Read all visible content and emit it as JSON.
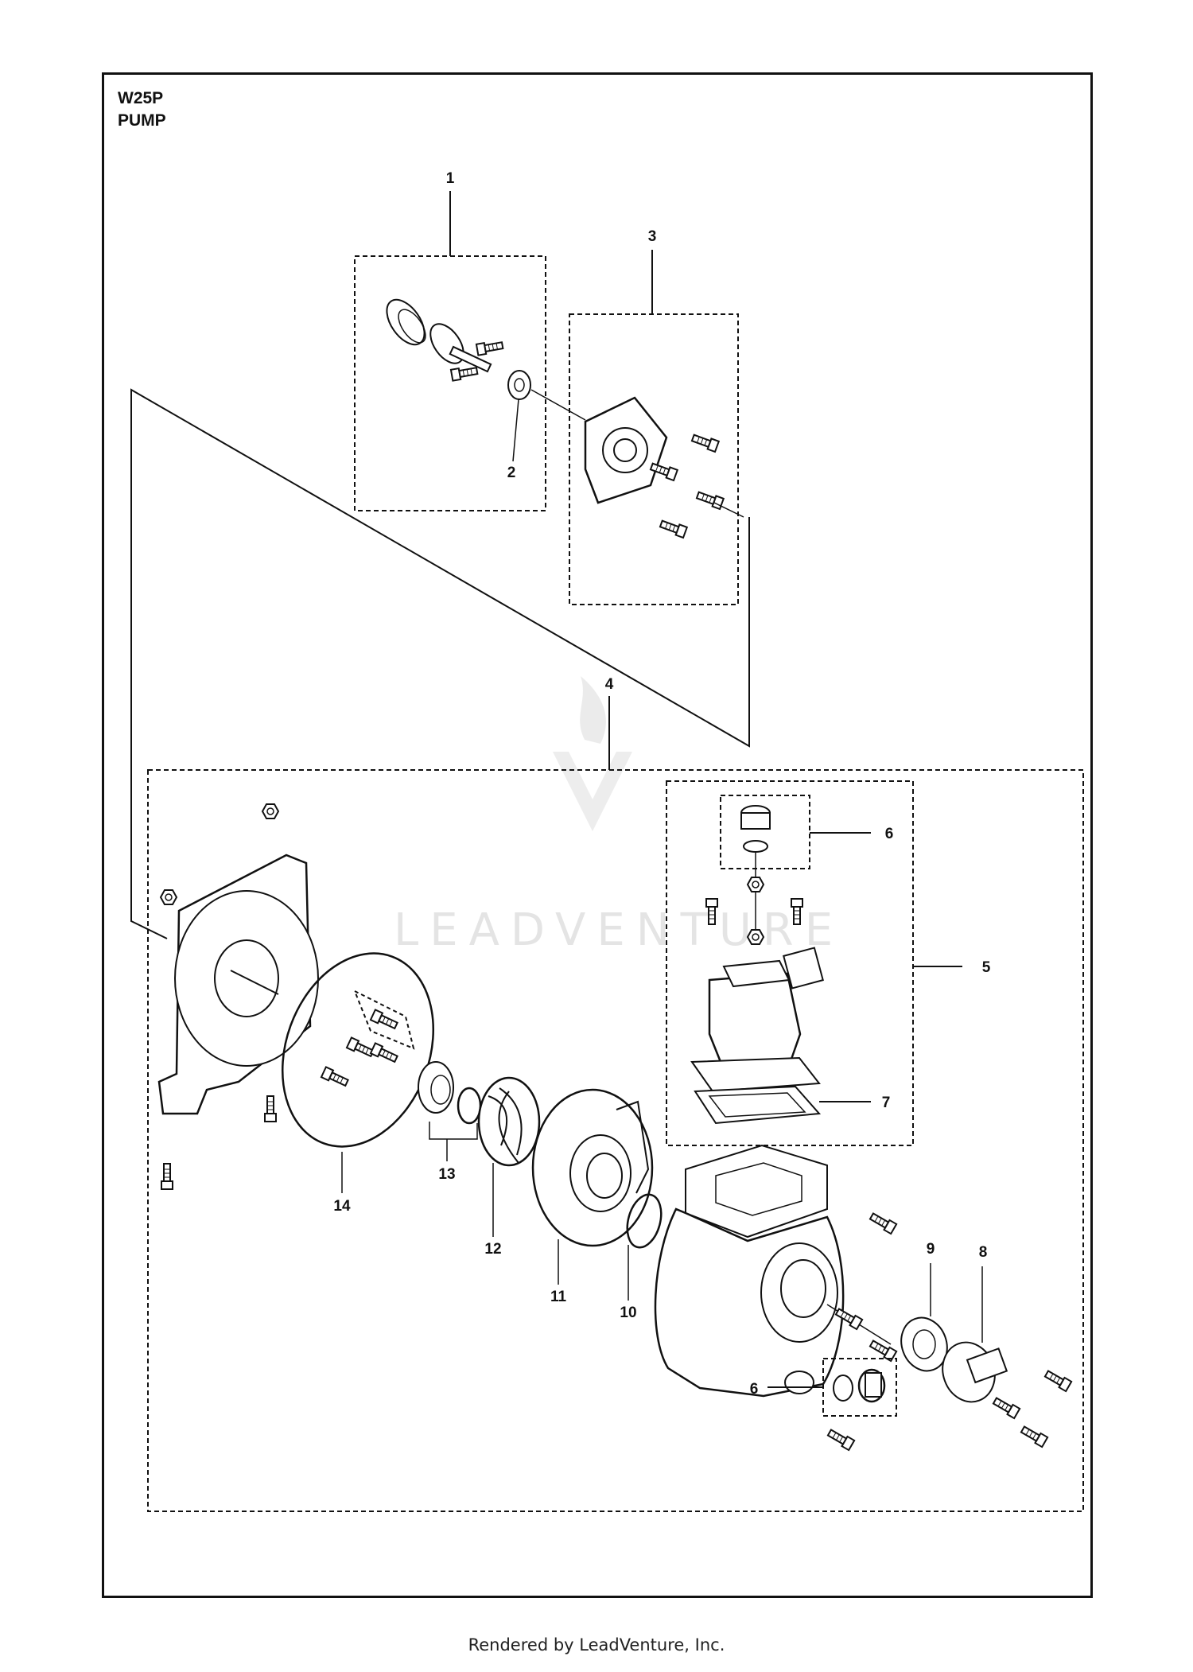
{
  "header": {
    "model": "W25P",
    "section": "PUMP"
  },
  "callouts": {
    "c1": "1",
    "c2": "2",
    "c3": "3",
    "c4": "4",
    "c5": "5",
    "c6a": "6",
    "c6b": "6",
    "c7": "7",
    "c8": "8",
    "c9": "9",
    "c10": "10",
    "c11": "11",
    "c12": "12",
    "c13": "13",
    "c14": "14"
  },
  "watermark": "LEADVENTURE",
  "footer": "Rendered by LeadVenture, Inc."
}
